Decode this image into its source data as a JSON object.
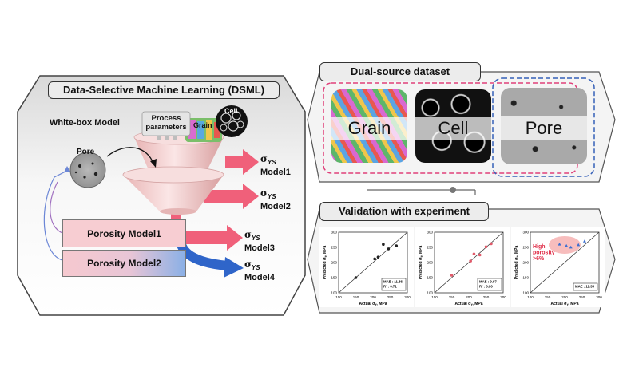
{
  "left_panel": {
    "title": "Data-Selective Machine Learning (DSML)",
    "whitebox_label": "White-box Model",
    "funnel_inputs": {
      "process": "Process parameters",
      "grain": "Grain",
      "cell": "Cell"
    },
    "pore_label": "Pore",
    "outputs": [
      {
        "symbol": "σ",
        "subscript": "YS",
        "label": "Model1"
      },
      {
        "symbol": "σ",
        "subscript": "YS",
        "label": "Model2"
      },
      {
        "symbol": "σ",
        "subscript": "YS",
        "label": "Model3"
      },
      {
        "symbol": "σ",
        "subscript": "YS",
        "label": "Model4"
      }
    ],
    "porosity_model1": "Porosity Model1",
    "porosity_model2": "Porosity Model2"
  },
  "right_top": {
    "title": "Dual-source  dataset",
    "tiles": [
      "Grain",
      "Cell",
      "Pore"
    ]
  },
  "right_bottom": {
    "title": "Validation  with experiment",
    "plots": [
      {
        "ylabel": "Predicted σᵧ, MPa",
        "xlabel": "Actual σᵧ, MPa",
        "ticks": [
          "100",
          "150",
          "200",
          "250",
          "300"
        ],
        "stats": [
          "MAE : 11.36",
          "R² : 0.71"
        ],
        "points": [
          [
            150,
            150
          ],
          [
            205,
            212
          ],
          [
            215,
            218
          ],
          [
            230,
            260
          ],
          [
            245,
            245
          ],
          [
            268,
            255
          ]
        ],
        "point_color": "#222222"
      },
      {
        "ylabel": "Predicted σᵧ, MPa",
        "xlabel": "Actual σᵧ, MPa",
        "ticks": [
          "100",
          "150",
          "200",
          "250",
          "300"
        ],
        "stats": [
          "MAE : 9.97",
          "R² : 0.90"
        ],
        "points": [
          [
            150,
            158
          ],
          [
            205,
            205
          ],
          [
            215,
            228
          ],
          [
            232,
            225
          ],
          [
            250,
            252
          ],
          [
            265,
            262
          ]
        ],
        "point_color": "#e05a6a"
      },
      {
        "ylabel": "Predicted σᵧ, MPa",
        "xlabel": "Actual σᵧ, MPa",
        "ticks": [
          "100",
          "150",
          "200",
          "250",
          "300"
        ],
        "stats": [
          "MAE : 11.35"
        ],
        "points": [
          [
            185,
            260
          ],
          [
            205,
            255
          ],
          [
            218,
            250
          ],
          [
            240,
            258
          ],
          [
            258,
            270
          ]
        ],
        "point_color": "#3b6fd1",
        "annotation": [
          "High",
          "porosity",
          ">6%"
        ]
      }
    ]
  },
  "colors": {
    "pink_arrow": "#f0607a",
    "blue_arrow": "#2f65c9",
    "funnel": "#f3cdcd",
    "dashed_pink": "#e0407a",
    "dashed_blue": "#3560b8"
  }
}
